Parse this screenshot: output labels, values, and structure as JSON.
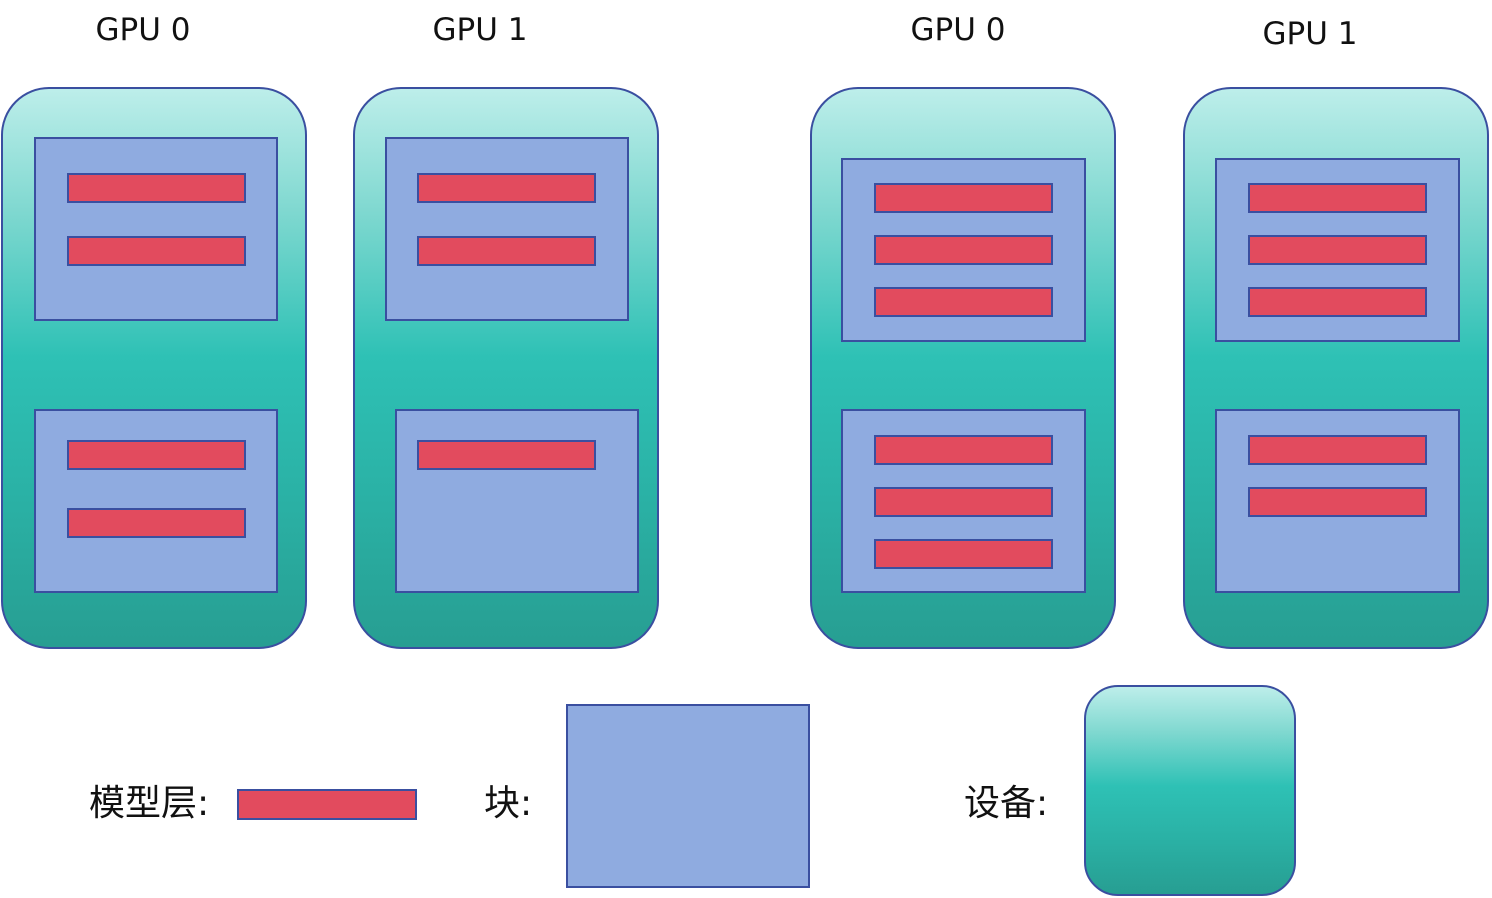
{
  "left_config": {
    "gpus": [
      {
        "label": "GPU 0",
        "blocks": [
          {
            "layers": 2
          },
          {
            "layers": 2
          }
        ]
      },
      {
        "label": "GPU 1",
        "blocks": [
          {
            "layers": 2
          },
          {
            "layers": 1
          }
        ]
      }
    ]
  },
  "right_config": {
    "gpus": [
      {
        "label": "GPU 0",
        "blocks": [
          {
            "layers": 3
          },
          {
            "layers": 3
          }
        ]
      },
      {
        "label": "GPU 1",
        "blocks": [
          {
            "layers": 3
          },
          {
            "layers": 2
          }
        ]
      }
    ]
  },
  "legend": {
    "layer_label": "模型层:",
    "block_label": "块:",
    "device_label": "设备:"
  },
  "colors": {
    "layer": "#e24b5e",
    "block": "#8fabe0",
    "device_top": "#bdeeea",
    "device_bottom": "#279e92",
    "outline": "#3a4fa0"
  }
}
